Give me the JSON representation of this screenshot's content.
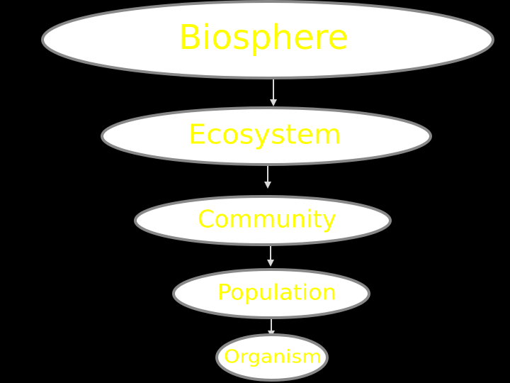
{
  "colors": {
    "background": "#000000",
    "node_fill": "#ffffff",
    "node_stroke": "#888888",
    "text": "#ffff00",
    "arrow": "#d9d9d9"
  },
  "diagram": {
    "type": "hierarchy-funnel",
    "levels": [
      {
        "label": "Biosphere"
      },
      {
        "label": "Ecosystem"
      },
      {
        "label": "Community"
      },
      {
        "label": "Population"
      },
      {
        "label": "Organism"
      }
    ],
    "connections": [
      {
        "from": "Biosphere",
        "to": "Ecosystem"
      },
      {
        "from": "Ecosystem",
        "to": "Community"
      },
      {
        "from": "Community",
        "to": "Population"
      },
      {
        "from": "Population",
        "to": "Organism"
      }
    ]
  }
}
